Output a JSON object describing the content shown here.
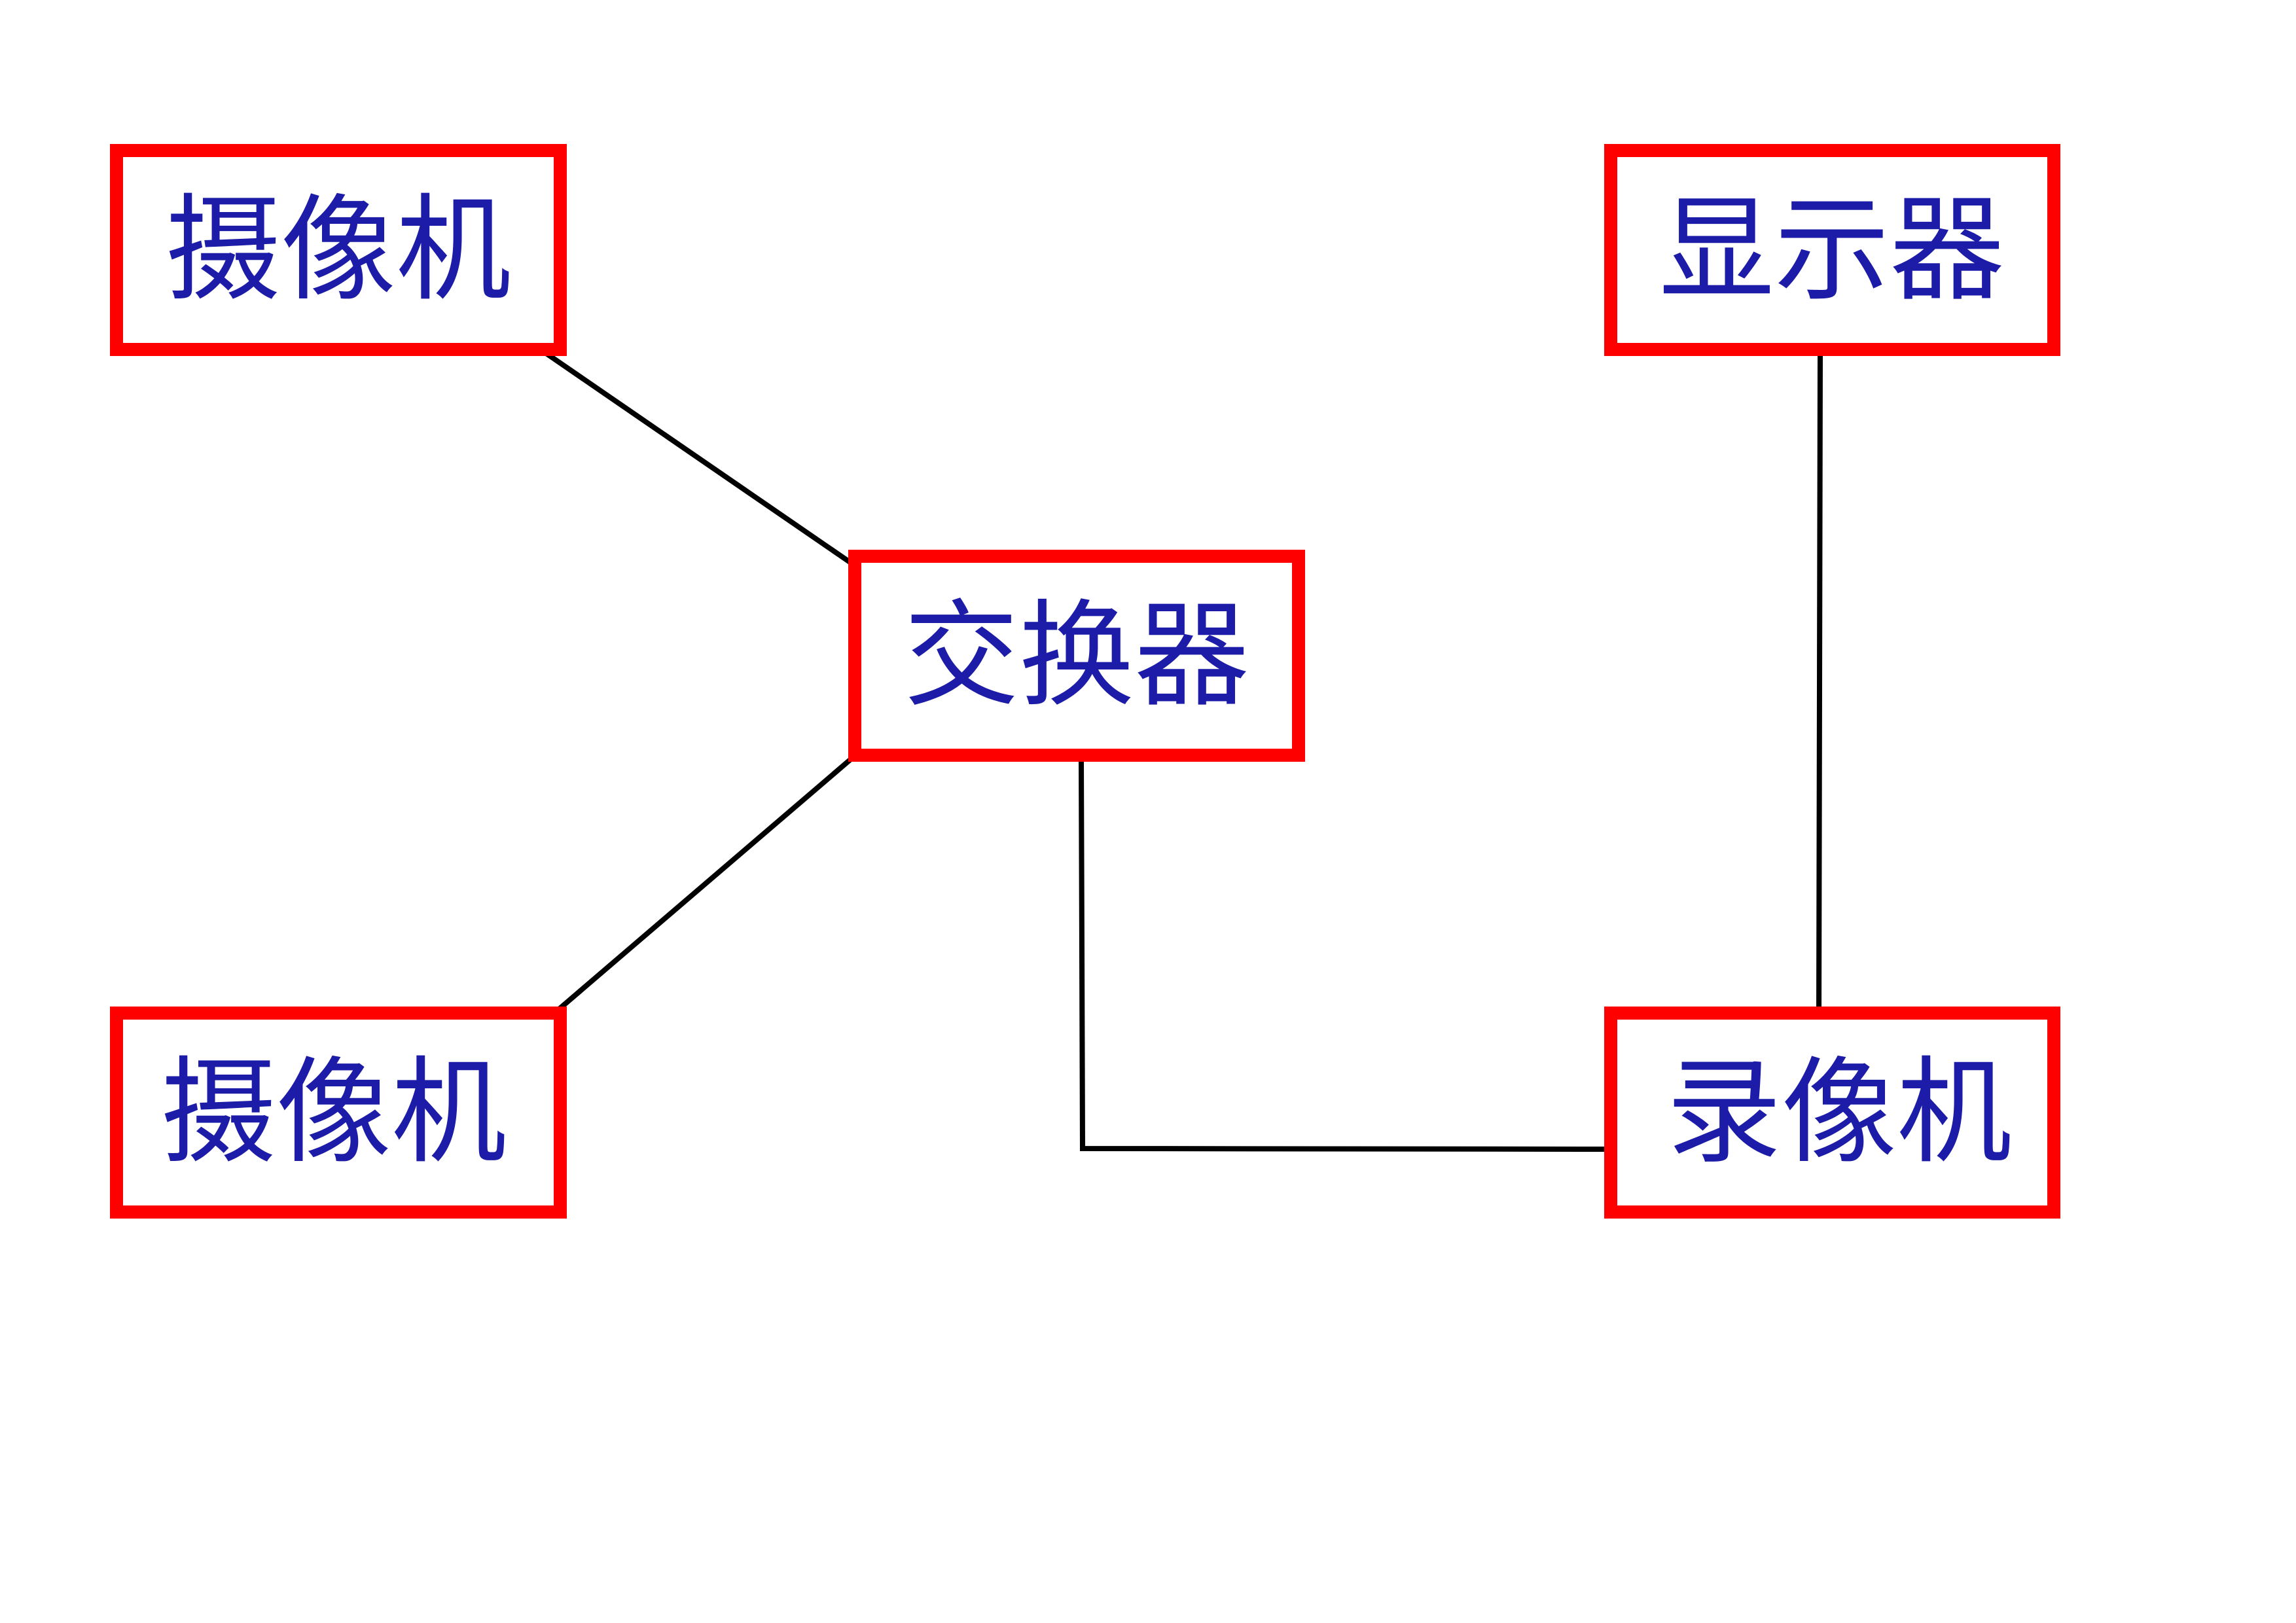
{
  "colors": {
    "box_border": "#ff0000",
    "connector": "#000000",
    "label": "#1c1ca8",
    "background": "#ffffff"
  },
  "nodes": {
    "camera_top": {
      "label": "摄像机"
    },
    "camera_bottom": {
      "label": "摄像机"
    },
    "switcher": {
      "label": "交换器"
    },
    "monitor": {
      "label": "显示器"
    },
    "recorder": {
      "label": "录像机"
    }
  },
  "edges": [
    {
      "from": "camera_top",
      "to": "switcher"
    },
    {
      "from": "camera_bottom",
      "to": "switcher"
    },
    {
      "from": "switcher",
      "to": "recorder"
    },
    {
      "from": "monitor",
      "to": "recorder"
    }
  ]
}
